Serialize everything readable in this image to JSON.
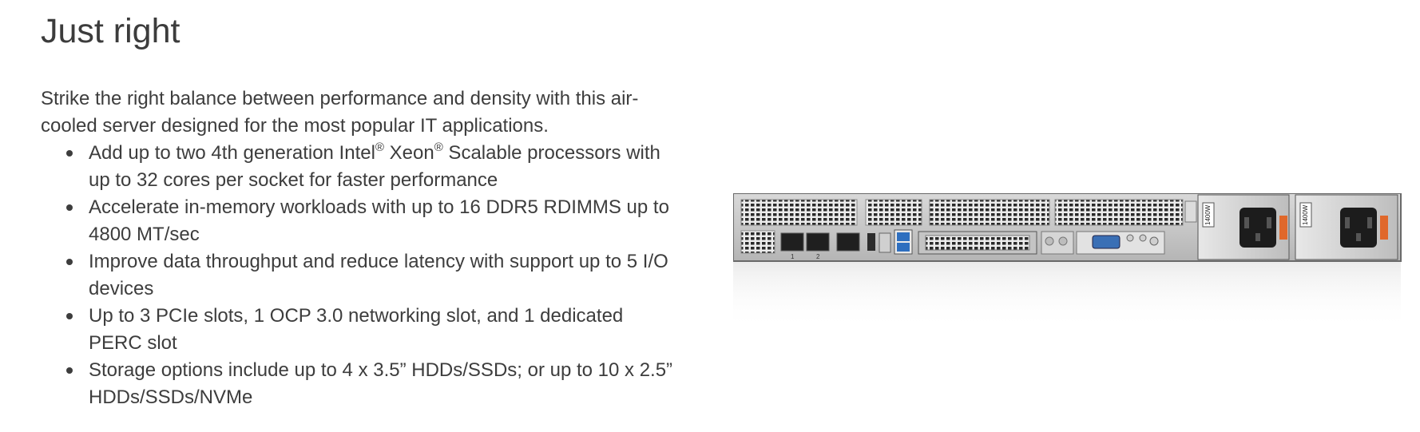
{
  "section": {
    "title": "Just right",
    "intro": "Strike the right balance between performance and density with this air-cooled server designed for the most popular IT applications."
  },
  "features": [
    {
      "parts": [
        "Add up to two 4th generation Intel",
        "®",
        " Xeon",
        "®",
        " Scalable processors with up to 32 cores per socket for faster performance"
      ]
    },
    {
      "parts": [
        "Accelerate in-memory workloads with up to 16 DDR5 RDIMMS up to 4800 MT/sec"
      ]
    },
    {
      "parts": [
        "Improve data throughput and reduce latency with support up to 5 I/O devices"
      ]
    },
    {
      "parts": [
        "Up to 3 PCIe slots, 1 OCP 3.0 networking slot, and 1 dedicated PERC slot"
      ]
    },
    {
      "parts": [
        "Storage options include up to 4 x 3.5” HDDs/SSDs; or up to 10 x 2.5” HDDs/SSDs/NVMe"
      ]
    }
  ],
  "server_image": {
    "psu_label": "1400W",
    "port_labels": [
      "1",
      "2"
    ],
    "colors": {
      "chassis": "#c9c9c9",
      "frame_dark": "#5a5a5a",
      "usb_blue": "#2e6fbf",
      "vga_blue": "#3a6fb5",
      "psu_handle": "#e0682b",
      "psu_socket": "#1c1c1c"
    }
  }
}
